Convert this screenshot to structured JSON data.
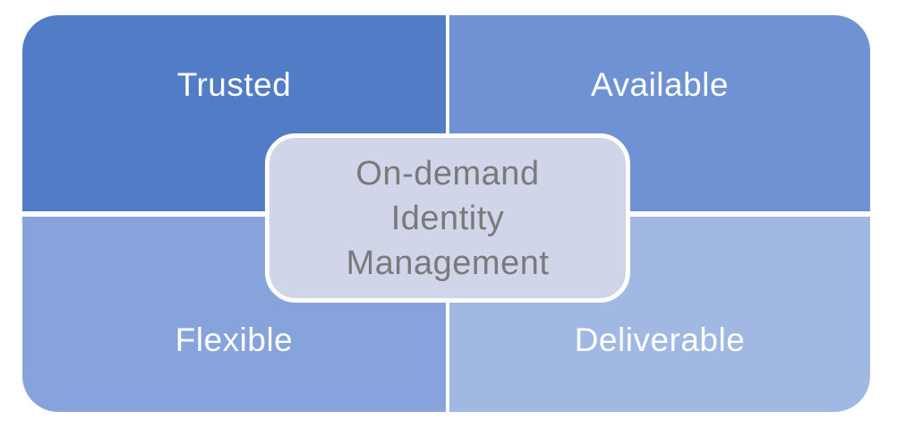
{
  "diagram": {
    "type": "quadrant-smartart",
    "background_color": "#FFFFFF",
    "quadrants": [
      {
        "id": "trusted",
        "label": "Trusted",
        "color": "#527DC6",
        "position": "top-left"
      },
      {
        "id": "available",
        "label": "Available",
        "color": "#6E92D3",
        "position": "top-right"
      },
      {
        "id": "flexible",
        "label": "Flexible",
        "color": "#86A3DB",
        "position": "bottom-left"
      },
      {
        "id": "deliverable",
        "label": "Deliverable",
        "color": "#A0B8E2",
        "position": "bottom-right"
      }
    ],
    "label_text_color": "#FFFFFF",
    "center": {
      "lines": [
        "On-demand",
        "Identity",
        "Management"
      ],
      "fill_color": "#D0D5E9",
      "border_color": "#FFFFFF",
      "text_color": "#7A7A7A"
    }
  }
}
